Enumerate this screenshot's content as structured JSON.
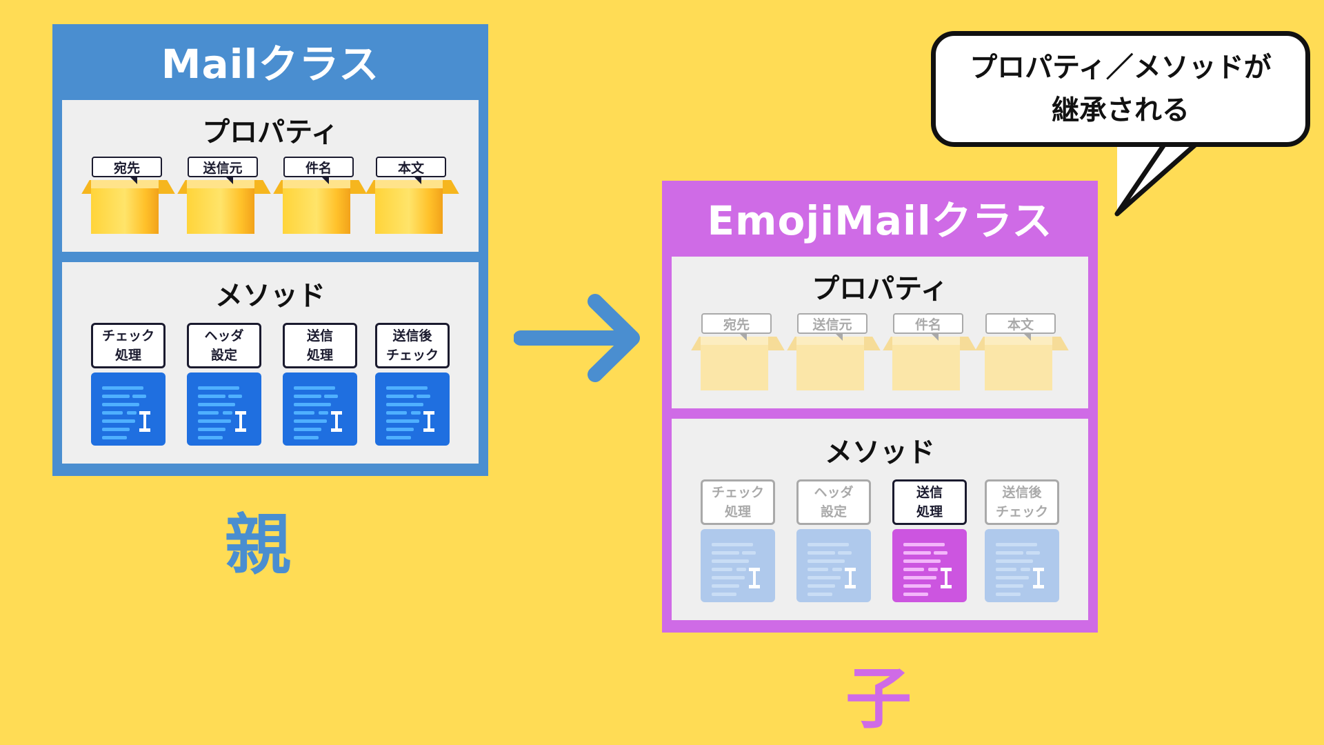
{
  "parent": {
    "title": "Mailクラス",
    "role": "親",
    "properties_heading": "プロパティ",
    "methods_heading": "メソッド",
    "properties": [
      "宛先",
      "送信元",
      "件名",
      "本文"
    ],
    "methods": [
      {
        "line1": "チェック",
        "line2": "処理"
      },
      {
        "line1": "ヘッダ",
        "line2": "設定"
      },
      {
        "line1": "送信",
        "line2": "処理"
      },
      {
        "line1": "送信後",
        "line2": "チェック"
      }
    ]
  },
  "child": {
    "title": "EmojiMailクラス",
    "role": "子",
    "properties_heading": "プロパティ",
    "methods_heading": "メソッド",
    "properties": [
      "宛先",
      "送信元",
      "件名",
      "本文"
    ],
    "methods": [
      {
        "line1": "チェック",
        "line2": "処理"
      },
      {
        "line1": "ヘッダ",
        "line2": "設定"
      },
      {
        "line1": "送信",
        "line2": "処理"
      },
      {
        "line1": "送信後",
        "line2": "チェック"
      }
    ]
  },
  "callout": {
    "line1": "プロパティ／メソッドが",
    "line2": "継承される"
  },
  "colors": {
    "background": "#FFDC55",
    "parent": "#4A8ED0",
    "child": "#CF6BE6",
    "method_icon": "#1F6FE0",
    "overridden_method_icon": "#CC55E0"
  },
  "icons": {
    "property": "cardboard-box-icon",
    "method": "code-document-icon",
    "arrow": "right-arrow-icon"
  }
}
